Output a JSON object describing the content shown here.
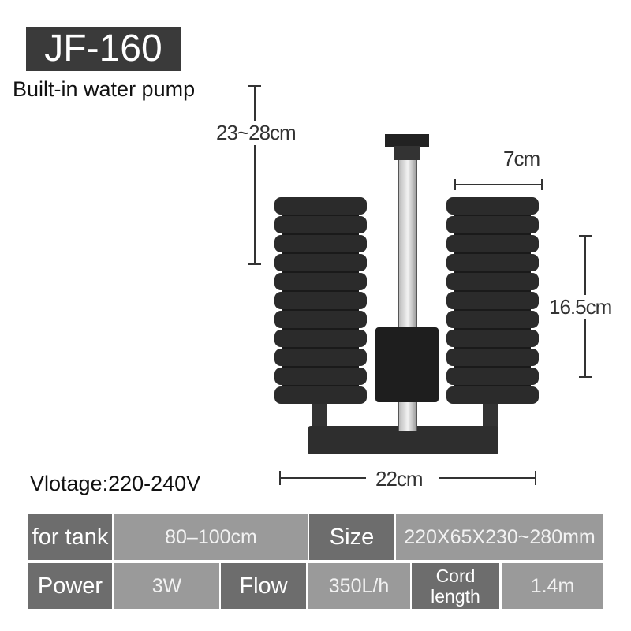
{
  "title": "JF-160",
  "subtitle": "Built-in water pump",
  "dimensions": {
    "height": "23~28cm",
    "width_sponge": "7cm",
    "sponge_height": "16.5cm",
    "total_width": "22cm"
  },
  "voltage": "Vlotage:220-240V",
  "specs": {
    "row1": [
      {
        "label": "for tank",
        "value": "80–100cm"
      },
      {
        "label": "Size",
        "value": "220X65X230~280mm"
      }
    ],
    "row2": [
      {
        "label": "Power",
        "value": "3W"
      },
      {
        "label": "Flow",
        "value": "350L/h"
      },
      {
        "label": "Cord length",
        "value": "1.4m"
      }
    ]
  }
}
